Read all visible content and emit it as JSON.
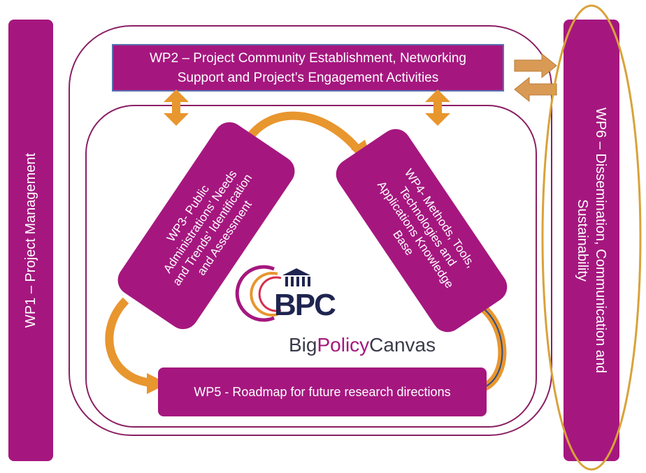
{
  "wp1": {
    "label": "WP1 – Project Management"
  },
  "wp2": {
    "line1": "WP2 – Project Community Establishment, Networking",
    "line2": "Support and Project’s Engagement Activities"
  },
  "wp3": {
    "line1": "WP3- Public",
    "line2": "Administrations’ Needs",
    "line3": "and Trends’ Identification",
    "line4": "and Assessment"
  },
  "wp4": {
    "line1": "WP4- Methods, Tools,",
    "line2": "Technologies and",
    "line3": "Applications Knowledge",
    "line4": "Base"
  },
  "wp5": {
    "label": "WP5 - Roadmap for future research directions"
  },
  "wp6": {
    "line1": "WP6 – Dissemination, Communication and",
    "line2": "Sustainability"
  },
  "logo": {
    "mark": "BPC",
    "word_pre": "Big",
    "word_mid": "Policy",
    "word_post": "Canvas"
  },
  "colors": {
    "box": "#a5177f",
    "frame": "#8a1f63",
    "arrow": "#e8962e",
    "ellipse": "#d9a23a",
    "logo_dark": "#1f2550"
  }
}
